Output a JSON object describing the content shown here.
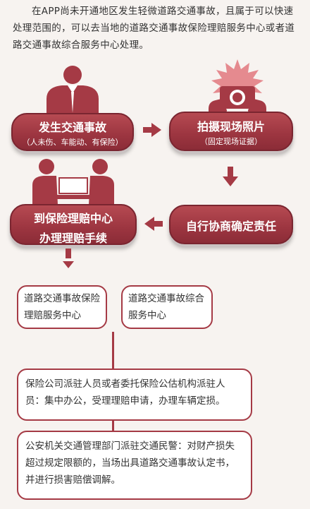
{
  "intro": "在APP尚未开通地区发生轻微道路交通事故，且属于可以快速处理范围的，可以去当地的道路交通事故保险理赔服务中心或者道路交通事故综合服务中心处理。",
  "steps": [
    {
      "title": "发生交通事故",
      "sub": "（人未伤、车能动、有保险）"
    },
    {
      "title": "拍摄现场照片",
      "sub": "（固定现场证据）"
    },
    {
      "title": "自行协商确定责任"
    },
    {
      "title_line1": "到保险理赔中心",
      "title_line2": "办理理赔手续"
    }
  ],
  "centers": [
    "道路交通事故保险理赔服务中心",
    "道路交通事故综合服务中心"
  ],
  "notes": [
    "保险公司派驻人员或者委托保险公估机构派驻人员：集中办公，受理理赔申请，办理车辆定损。",
    "公安机关交通管理部门派驻交通民警：对财产损失超过规定限额的，当场出具道路交通事故认定书，并进行损害赔偿调解。"
  ],
  "colors": {
    "accent": "#a53a45",
    "background": "#f7f3f0"
  }
}
